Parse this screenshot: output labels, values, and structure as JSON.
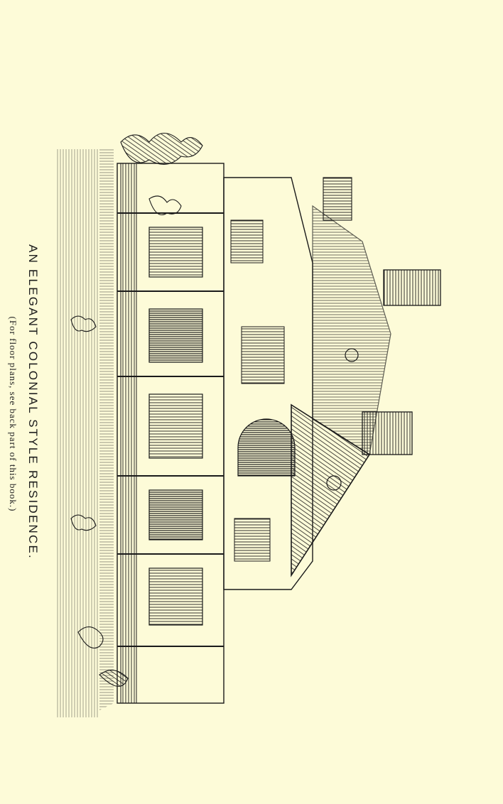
{
  "caption": {
    "title": "AN ELEGANT COLONIAL STYLE RESIDENCE.",
    "subtitle": "(For floor plans, see back part of this book.)"
  },
  "illustration": {
    "subject": "engraving-house",
    "ink_color": "#1a1a1a",
    "paper_color": "#fdfbd8"
  }
}
